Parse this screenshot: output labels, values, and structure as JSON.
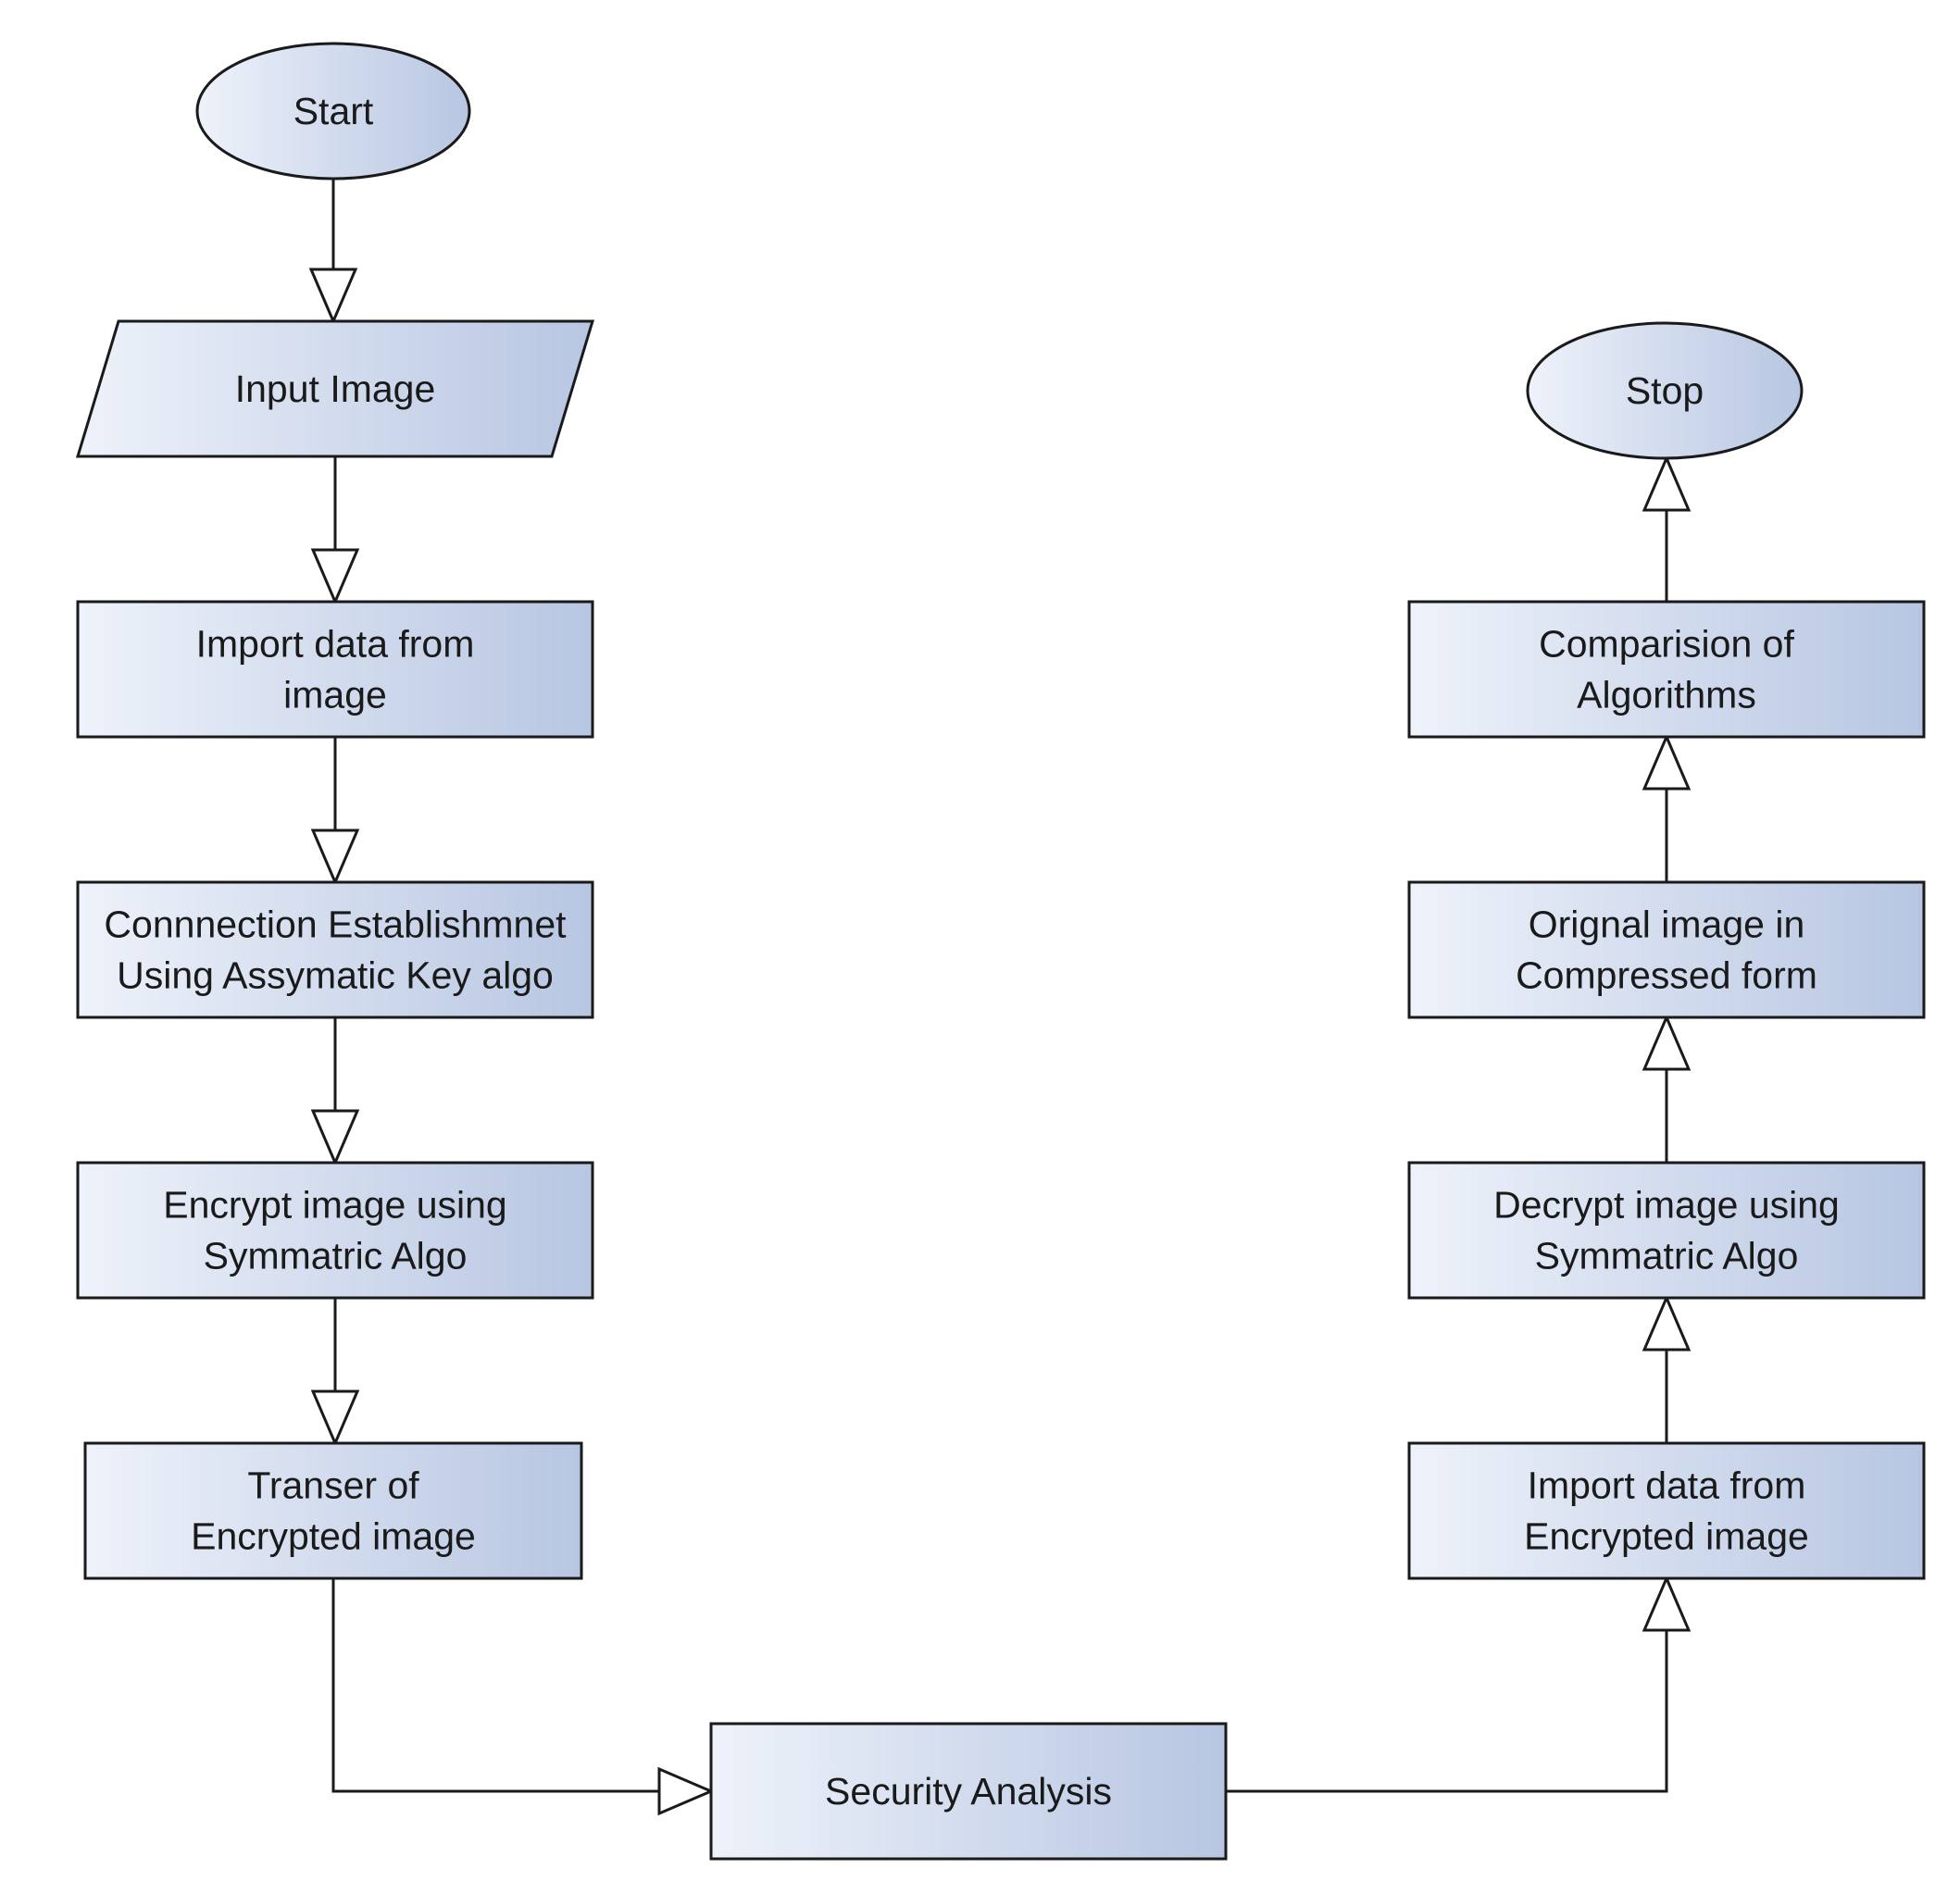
{
  "diagram": {
    "type": "flowchart",
    "colors": {
      "fill_light": "#eef2fa",
      "fill_dark": "#b7c6e2",
      "stroke": "#1a1a1a",
      "text": "#1a1a1a"
    },
    "nodes": {
      "start": {
        "shape": "terminator",
        "lines": [
          "Start"
        ]
      },
      "input_image": {
        "shape": "data",
        "lines": [
          "Input Image"
        ]
      },
      "import_data": {
        "shape": "process",
        "lines": [
          "Import data from",
          "image"
        ]
      },
      "connection": {
        "shape": "process",
        "lines": [
          "Connnection Establishmnet",
          "Using Assymatic Key  algo"
        ]
      },
      "encrypt": {
        "shape": "process",
        "lines": [
          "Encrypt image using",
          "Symmatric Algo"
        ]
      },
      "transfer": {
        "shape": "process",
        "lines": [
          "Transer of",
          "Encrypted image"
        ]
      },
      "security": {
        "shape": "process",
        "lines": [
          "Security  Analysis"
        ]
      },
      "import_encrypted": {
        "shape": "process",
        "lines": [
          "Import data from",
          "Encrypted image"
        ]
      },
      "decrypt": {
        "shape": "process",
        "lines": [
          "Decrypt image using",
          "Symmatric Algo"
        ]
      },
      "original": {
        "shape": "process",
        "lines": [
          "Orignal image in",
          "Compressed form"
        ]
      },
      "comparison": {
        "shape": "process",
        "lines": [
          "Comparision of",
          "Algorithms"
        ]
      },
      "stop": {
        "shape": "terminator",
        "lines": [
          "Stop"
        ]
      }
    },
    "edges": [
      {
        "from": "start",
        "to": "input_image"
      },
      {
        "from": "input_image",
        "to": "import_data"
      },
      {
        "from": "import_data",
        "to": "connection"
      },
      {
        "from": "connection",
        "to": "encrypt"
      },
      {
        "from": "encrypt",
        "to": "transfer"
      },
      {
        "from": "transfer",
        "to": "security"
      },
      {
        "from": "security",
        "to": "import_encrypted"
      },
      {
        "from": "import_encrypted",
        "to": "decrypt"
      },
      {
        "from": "decrypt",
        "to": "original"
      },
      {
        "from": "original",
        "to": "comparison"
      },
      {
        "from": "comparison",
        "to": "stop"
      }
    ]
  }
}
